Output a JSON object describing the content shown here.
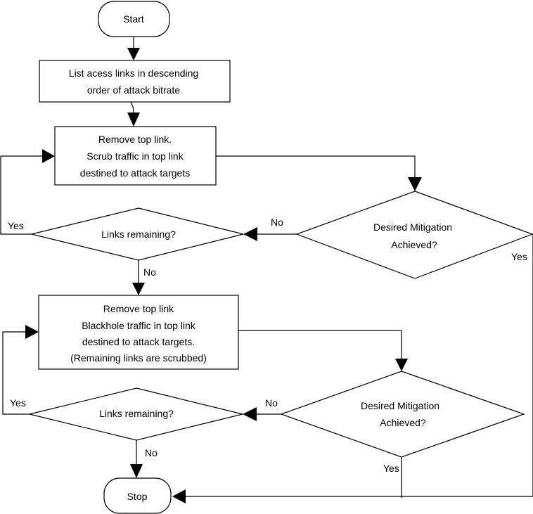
{
  "flowchart": {
    "start": "Start",
    "stop": "Stop",
    "step1": [
      "List acess links in descending",
      "order of attack bitrate"
    ],
    "scrub_step": [
      "Remove top link.",
      "Scrub traffic in top link",
      "destined  to attack targets"
    ],
    "decision_mitigation_1": [
      "Desired Mitigation",
      "Achieved?"
    ],
    "decision_links_1": "Links remaining?",
    "blackhole_step": [
      "Remove top link",
      "Blackhole traffic in top link",
      "destined to attack targets.",
      "(Remaining links are scrubbed)"
    ],
    "decision_mitigation_2": [
      "Desired Mitigation",
      "Achieved?"
    ],
    "decision_links_2": "Links remaining?"
  },
  "edge_labels": {
    "no_mitigation_1": "No",
    "yes_mitigation_1": "Yes",
    "yes_links_1": "Yes",
    "no_links_1": "No",
    "no_mitigation_2": "No",
    "yes_mitigation_2": "Yes",
    "yes_links_2": "Yes",
    "no_links_2": "No"
  }
}
